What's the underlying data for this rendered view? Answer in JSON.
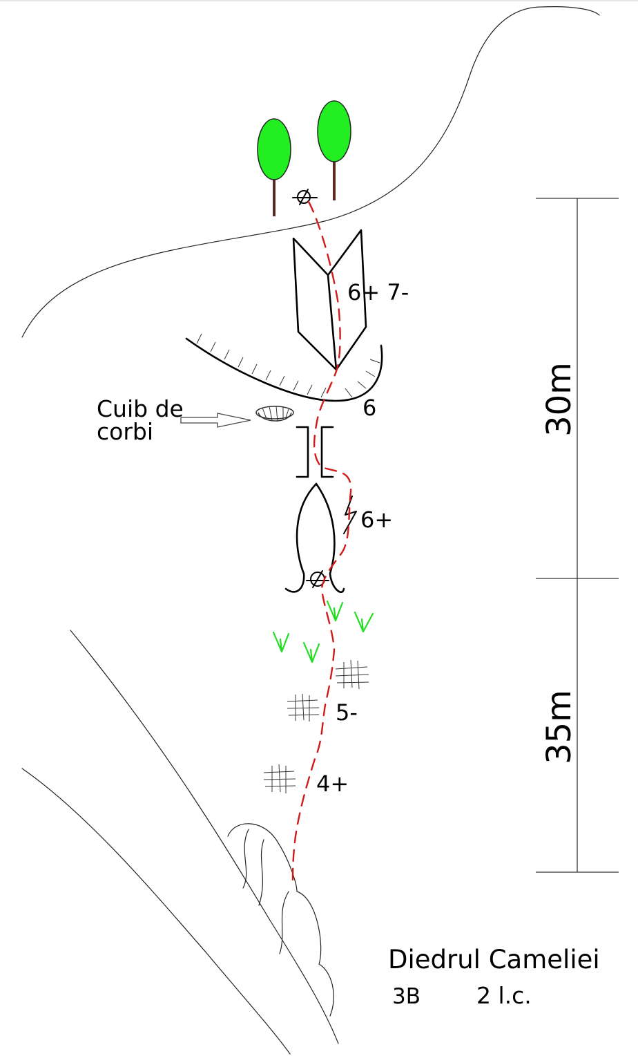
{
  "title": "Diedrul Cameliei",
  "grade": "3B",
  "pitches": "2 l.c.",
  "scale": {
    "upper_length": "30m",
    "lower_length": "35m"
  },
  "nest_label": {
    "line1": "Cuib de",
    "line2": "corbi"
  },
  "grades": {
    "dihedral": "6+ 7-",
    "overhang": "6",
    "crack": "6+",
    "slab_upper": "5-",
    "slab_lower": "4+"
  },
  "colors": {
    "route": "#d11a1a",
    "grass": "#22dd22",
    "tree_crown": "#22ee22",
    "tree_trunk": "#5a2a20"
  },
  "icons": [
    "tree-icon",
    "belay-anchor-icon",
    "bird-nest-icon",
    "piton-icon",
    "grass-icon",
    "broken-rock-icon"
  ]
}
